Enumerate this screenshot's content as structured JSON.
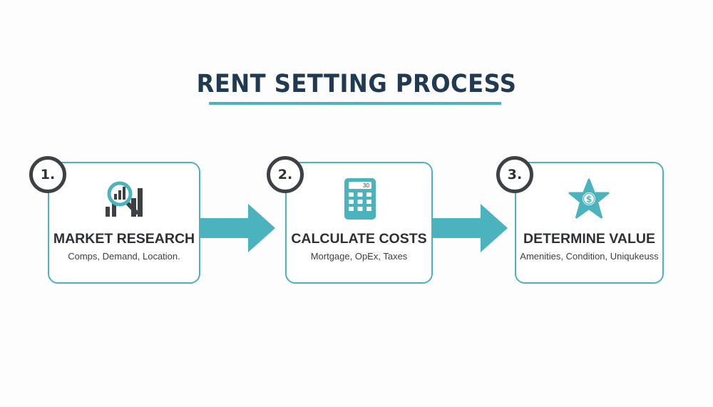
{
  "title": "RENT SETTING PROCESS",
  "colors": {
    "accent": "#4ab3bd",
    "title": "#1f3a52",
    "dark": "#3d4146",
    "background": "#fdfdfd"
  },
  "steps": [
    {
      "number": "1.",
      "title": "MARKET RESEARCH",
      "subtitle": "Comps, Demand, Location.",
      "icon": "magnifier-bar-chart-icon"
    },
    {
      "number": "2.",
      "title": "CALCULATE COSTS",
      "subtitle": "Mortgage, OpEx, Taxes",
      "icon": "calculator-icon",
      "icon_display": "30"
    },
    {
      "number": "3.",
      "title": "DETERMINE VALUE",
      "subtitle": "Amenities, Condition, Uniqukeuss",
      "icon": "star-dollar-icon",
      "icon_symbol": "$"
    }
  ]
}
